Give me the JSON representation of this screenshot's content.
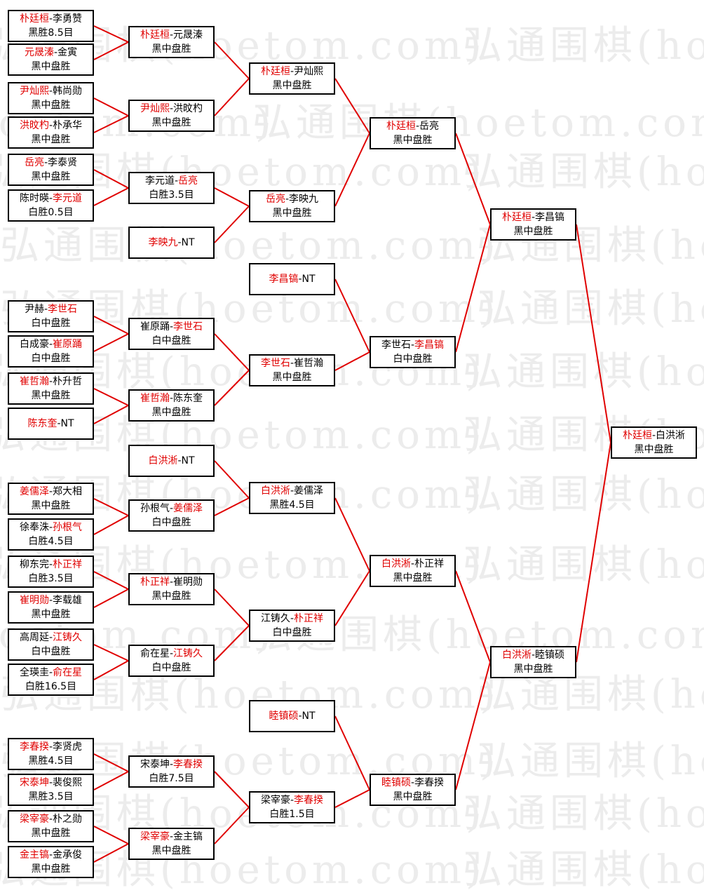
{
  "watermark": "弘通围棋(hoetom.com)",
  "colors": {
    "winner": "#e00000",
    "line": "#e00000",
    "border": "#000000"
  },
  "matches": [
    {
      "a": "朴廷桓",
      "b": "李勇赞",
      "w": "a",
      "r": "黑胜8.5目"
    },
    {
      "a": "元晟溱",
      "b": "金寅",
      "w": "a",
      "r": "黑中盘胜"
    },
    {
      "a": "尹灿熙",
      "b": "韩尚勋",
      "w": "a",
      "r": "黑中盘胜"
    },
    {
      "a": "洪旼杓",
      "b": "朴承华",
      "w": "a",
      "r": "黑中盘胜"
    },
    {
      "a": "岳亮",
      "b": "李泰贤",
      "w": "a",
      "r": "黑中盘胜"
    },
    {
      "a": "陈时暎",
      "b": "李元道",
      "w": "b",
      "r": "白胜0.5目"
    },
    {
      "a": "尹赫",
      "b": "李世石",
      "w": "b",
      "r": "白中盘胜"
    },
    {
      "a": "白成豪",
      "b": "崔原踊",
      "w": "b",
      "r": "白中盘胜"
    },
    {
      "a": "崔哲瀚",
      "b": "朴升哲",
      "w": "a",
      "r": "黑中盘胜"
    },
    {
      "a": "陈东奎",
      "b": "NT",
      "w": "a",
      "r": ""
    },
    {
      "a": "姜儒泽",
      "b": "郑大相",
      "w": "a",
      "r": "黑中盘胜"
    },
    {
      "a": "徐奉洙",
      "b": "孙根气",
      "w": "b",
      "r": "白胜4.5目"
    },
    {
      "a": "柳东完",
      "b": "朴正祥",
      "w": "b",
      "r": "白胜3.5目"
    },
    {
      "a": "崔明勋",
      "b": "李载雄",
      "w": "a",
      "r": "黑中盘胜"
    },
    {
      "a": "高周延",
      "b": "江铸久",
      "w": "b",
      "r": "白中盘胜"
    },
    {
      "a": "全瑛圭",
      "b": "俞在星",
      "w": "b",
      "r": "白胜16.5目"
    },
    {
      "a": "李春揆",
      "b": "李贤虎",
      "w": "a",
      "r": "黑胜4.5目"
    },
    {
      "a": "宋泰坤",
      "b": "裴俊熙",
      "w": "a",
      "r": "黑胜3.5目"
    },
    {
      "a": "梁宰豪",
      "b": "朴之勋",
      "w": "a",
      "r": "黑中盘胜"
    },
    {
      "a": "金主镐",
      "b": "金承俊",
      "w": "a",
      "r": "黑中盘胜"
    },
    {
      "a": "朴廷桓",
      "b": "元晟溱",
      "w": "a",
      "r": "黑中盘胜"
    },
    {
      "a": "尹灿熙",
      "b": "洪旼杓",
      "w": "a",
      "r": "黑中盘胜"
    },
    {
      "a": "李元道",
      "b": "岳亮",
      "w": "b",
      "r": "白胜3.5目"
    },
    {
      "a": "李映九",
      "b": "NT",
      "w": "a",
      "r": ""
    },
    {
      "a": "崔原踊",
      "b": "李世石",
      "w": "b",
      "r": "白中盘胜"
    },
    {
      "a": "崔哲瀚",
      "b": "陈东奎",
      "w": "a",
      "r": "黑中盘胜"
    },
    {
      "a": "白洪淅",
      "b": "NT",
      "w": "a",
      "r": ""
    },
    {
      "a": "孙根气",
      "b": "姜儒泽",
      "w": "b",
      "r": "白中盘胜"
    },
    {
      "a": "朴正祥",
      "b": "崔明勋",
      "w": "a",
      "r": "黑中盘胜"
    },
    {
      "a": "俞在星",
      "b": "江铸久",
      "w": "b",
      "r": "白中盘胜"
    },
    {
      "a": "宋泰坤",
      "b": "李春揆",
      "w": "b",
      "r": "白胜7.5目"
    },
    {
      "a": "梁宰豪",
      "b": "金主镐",
      "w": "a",
      "r": "黑中盘胜"
    },
    {
      "a": "朴廷桓",
      "b": "尹灿熙",
      "w": "a",
      "r": "黑中盘胜"
    },
    {
      "a": "岳亮",
      "b": "李映九",
      "w": "a",
      "r": "黑中盘胜"
    },
    {
      "a": "李昌镐",
      "b": "NT",
      "w": "a",
      "r": ""
    },
    {
      "a": "李世石",
      "b": "崔哲瀚",
      "w": "a",
      "r": "黑中盘胜"
    },
    {
      "a": "白洪淅",
      "b": "姜儒泽",
      "w": "a",
      "r": "黑胜4.5目"
    },
    {
      "a": "江铸久",
      "b": "朴正祥",
      "w": "b",
      "r": "白中盘胜"
    },
    {
      "a": "睦镇硕",
      "b": "NT",
      "w": "a",
      "r": ""
    },
    {
      "a": "梁宰豪",
      "b": "李春揆",
      "w": "b",
      "r": "白胜1.5目"
    },
    {
      "a": "朴廷桓",
      "b": "岳亮",
      "w": "a",
      "r": "黑中盘胜"
    },
    {
      "a": "李世石",
      "b": "李昌镐",
      "w": "b",
      "r": "白中盘胜"
    },
    {
      "a": "白洪淅",
      "b": "朴正祥",
      "w": "a",
      "r": "黑中盘胜"
    },
    {
      "a": "睦镇硕",
      "b": "李春揆",
      "w": "a",
      "r": "黑中盘胜"
    },
    {
      "a": "朴廷桓",
      "b": "李昌镐",
      "w": "a",
      "r": "黑中盘胜"
    },
    {
      "a": "白洪淅",
      "b": "睦镇硕",
      "w": "a",
      "r": "黑中盘胜"
    },
    {
      "a": "朴廷桓",
      "b": "白洪淅",
      "w": "a",
      "r": "黑中盘胜"
    }
  ]
}
